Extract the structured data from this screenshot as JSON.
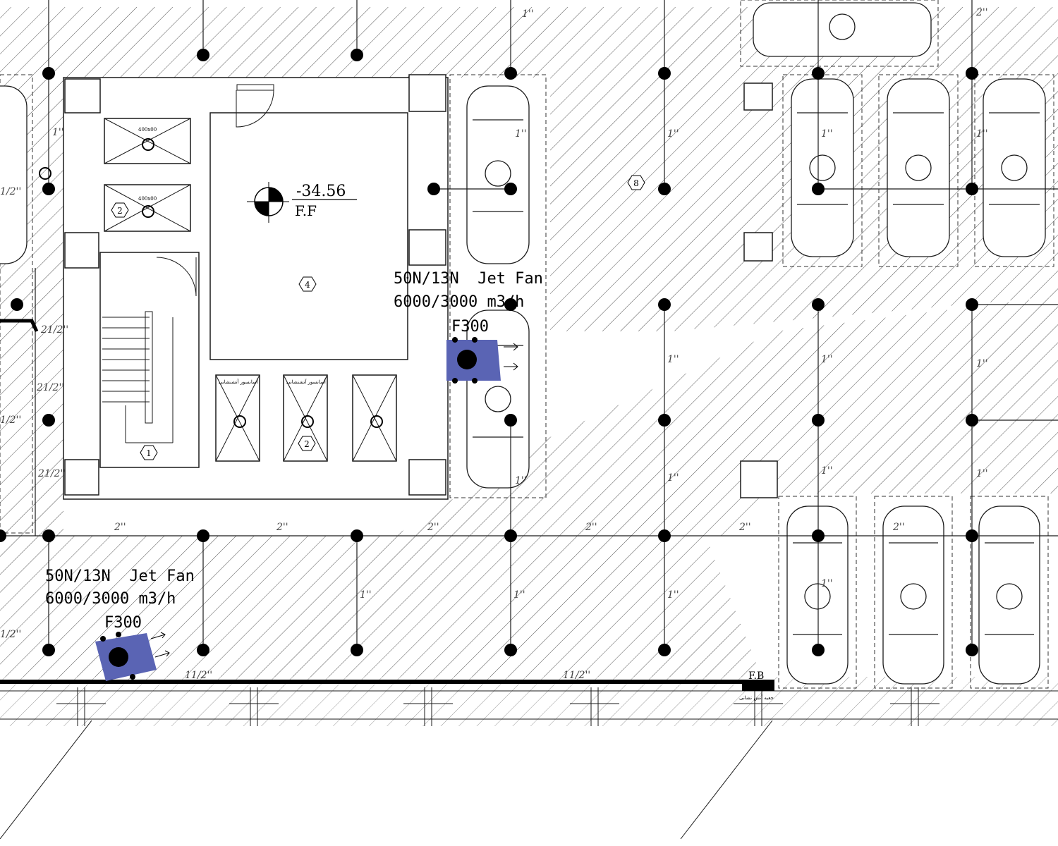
{
  "level": {
    "value": "-34.56",
    "code": "F.F"
  },
  "fans": [
    {
      "model": "50N/13N  Jet Fan",
      "flow": "6000/3000 m3/h",
      "rating": "F300"
    },
    {
      "model": "50N/13N  Jet Fan",
      "flow": "6000/3000 m3/h",
      "rating": "F300"
    }
  ],
  "fire_box": {
    "code": "F.B",
    "caption": "جعبه آتش نشانی"
  },
  "fixture_tags": [
    "1",
    "2",
    "2",
    "4",
    "8"
  ],
  "door_label": "400x00",
  "elevator_label": "آسانسور آتشنشانی",
  "pipe_sizes": {
    "main_run": [
      "11/2''",
      "11/2''"
    ],
    "bus_row": [
      "2''",
      "2''",
      "2''",
      "2''",
      "2''",
      "2''",
      "2''"
    ],
    "branch": [
      "1''",
      "1''",
      "1''",
      "1''",
      "1''",
      "1''",
      "1''",
      "1''",
      "1''",
      "1''",
      "1''",
      "1''",
      "1''",
      "1''",
      "1''",
      "1''",
      "1''"
    ],
    "left_edge": [
      "21/2''",
      "21/2''",
      "21/2''",
      "1/2''",
      "1/2''",
      "1/2''"
    ]
  },
  "colors": {
    "line": "#1a1a1a",
    "hatch": "#444444",
    "fan": "#5a64b4",
    "dot": "#000000"
  }
}
